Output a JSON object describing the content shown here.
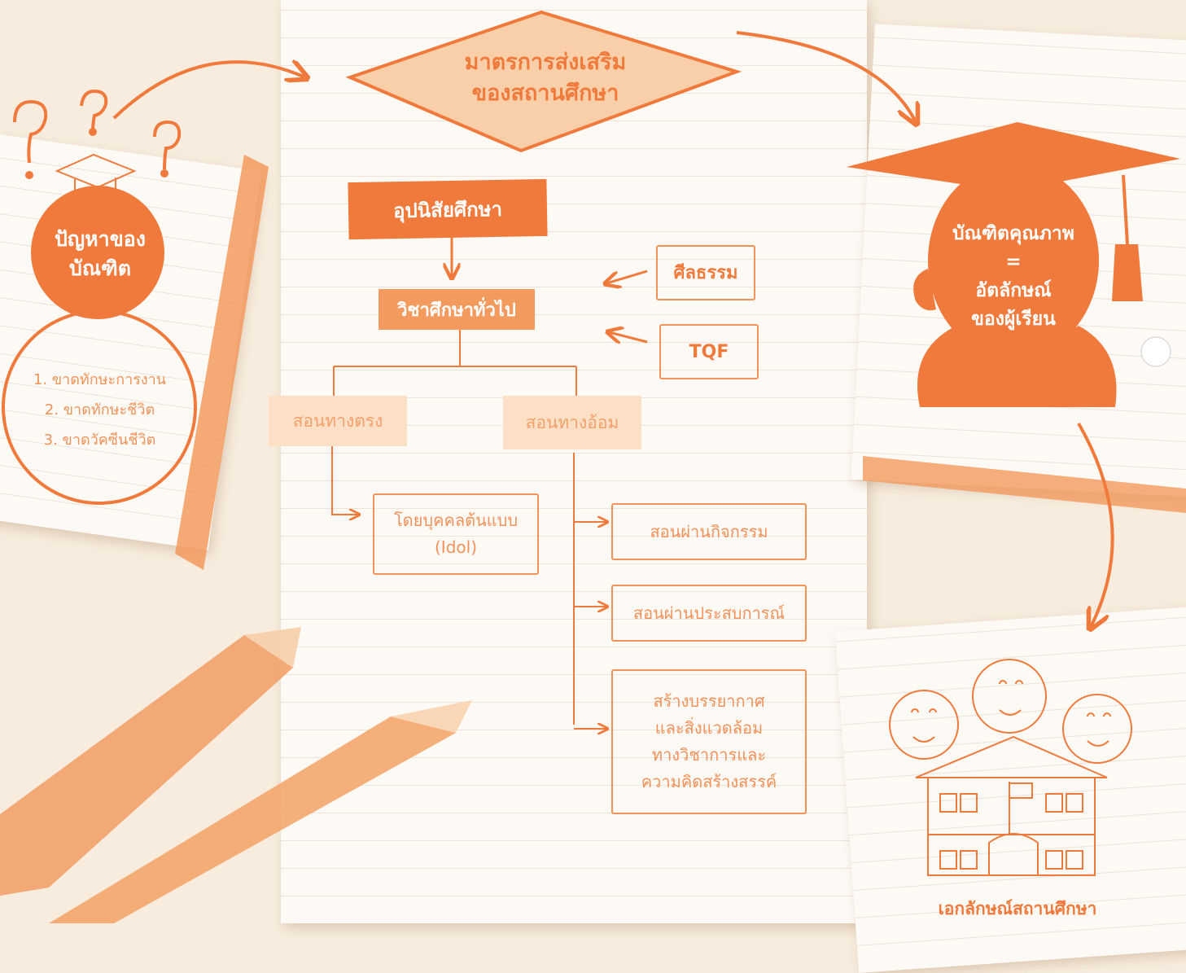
{
  "problem": {
    "title_line1": "ปัญหาของ",
    "title_line2": "บัณฑิต",
    "items": [
      "1. ขาดทักษะการงาน",
      "2. ขาดทักษะชีวิต",
      "3. ขาดวัคซีนชีวิต"
    ]
  },
  "measure": {
    "line1": "มาตรการส่งเสริม",
    "line2": "ของสถานศึกษา"
  },
  "habit": "อุปนิสัยศึกษา",
  "general": "วิชาศึกษาทั่วไป",
  "inputs": {
    "morality": "ศีลธรรม",
    "tqf": "TQF"
  },
  "branches": {
    "direct": "สอนทางตรง",
    "indirect": "สอนทางอ้อม"
  },
  "direct_items": {
    "line1": "โดยบุคคลต้นแบบ",
    "line2": "(Idol)"
  },
  "indirect_items": [
    "สอนผ่านกิจกรรม",
    "สอนผ่านประสบการณ์"
  ],
  "environment": {
    "line1": "สร้างบรรยากาศ",
    "line2": "และสิ่งแวดล้อม",
    "line3": "ทางวิชาการและ",
    "line4": "ความคิดสร้างสรรค์"
  },
  "graduate": {
    "line1": "บัณฑิตคุณภาพ",
    "line2": "=",
    "line3": "อัตลักษณ์",
    "line4": "ของผู้เรียน"
  },
  "institution": "เอกลักษณ์สถานศึกษา",
  "colors": {
    "accent": "#f07a3c",
    "soft": "#f4a06c",
    "pale": "#f8cfa8",
    "background": "#f7ecde"
  }
}
